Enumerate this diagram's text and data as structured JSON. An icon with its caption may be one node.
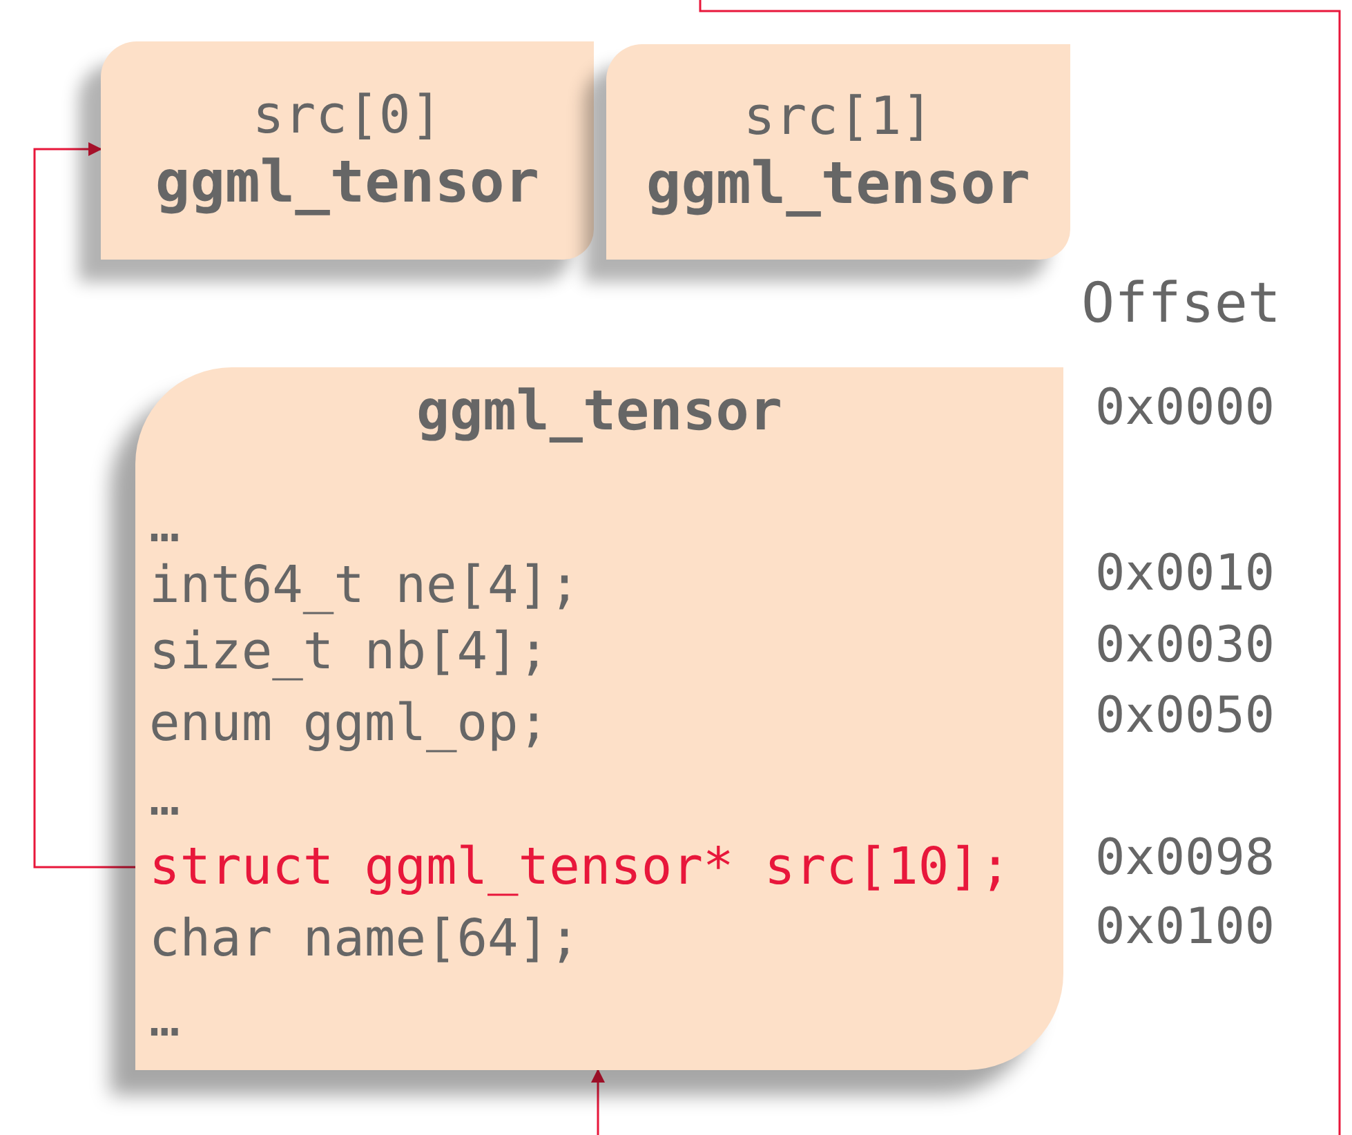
{
  "diagram": {
    "nodes": [
      {
        "text": [
          "src[0]",
          "ggml_tensor"
        ]
      },
      {
        "text": [
          "src[1]",
          "ggml_tensor"
        ]
      },
      {
        "text": [
          "ggml_tensor",
          "…",
          "int64_t ne[4];",
          "size_t nb[4];",
          "enum ggml_op;",
          "…",
          "char name[64];",
          "…"
        ]
      },
      {
        "text": [
          "struct ggml_tensor* src[10];"
        ],
        "in": 2
      }
    ],
    "edges": [
      {
        "from": 3,
        "to": 0,
        "arrow": "to",
        "color": "#e8173b"
      },
      {
        "from": null,
        "to": 2,
        "arrow": "to",
        "color": "#e8173b"
      }
    ],
    "labels": [
      "Offset",
      "0x0000",
      "0x0010",
      "0x0030",
      "0x0050",
      "0x0098",
      "0x0100"
    ]
  }
}
